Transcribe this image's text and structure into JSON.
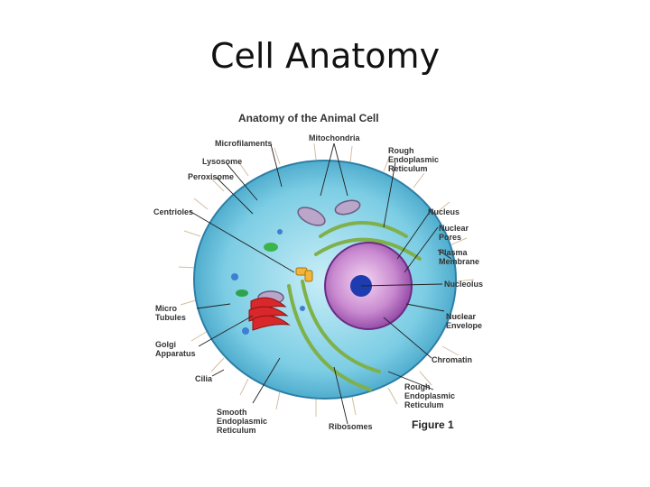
{
  "slide": {
    "title": "Cell Anatomy"
  },
  "figure": {
    "title": "Anatomy of the Animal Cell",
    "caption": "Figure 1",
    "labels": {
      "microfilaments": "Microfilaments",
      "mitochondria": "Mitochondria",
      "lysosome": "Lysosome",
      "peroxisome": "Peroxisome",
      "centrioles": "Centrioles",
      "microtubules": "Micro\nTubules",
      "golgi": "Golgi\nApparatus",
      "cilia": "Cilia",
      "smooth_er": "Smooth\nEndoplasmic\nReticulum",
      "ribosomes": "Ribosomes",
      "rough_er_top": "Rough\nEndoplasmic\nReticulum",
      "nucleus": "Nucleus",
      "nuclear_pores": "Nuclear\nPores",
      "plasma_membrane": "Plasma\nMembrane",
      "nucleolus": "Nucleolus",
      "nuclear_envelope": "Nuclear\nEnvelope",
      "chromatin": "Chromatin",
      "rough_er_bottom": "Rough\nEndoplasmic\nReticulum"
    }
  }
}
